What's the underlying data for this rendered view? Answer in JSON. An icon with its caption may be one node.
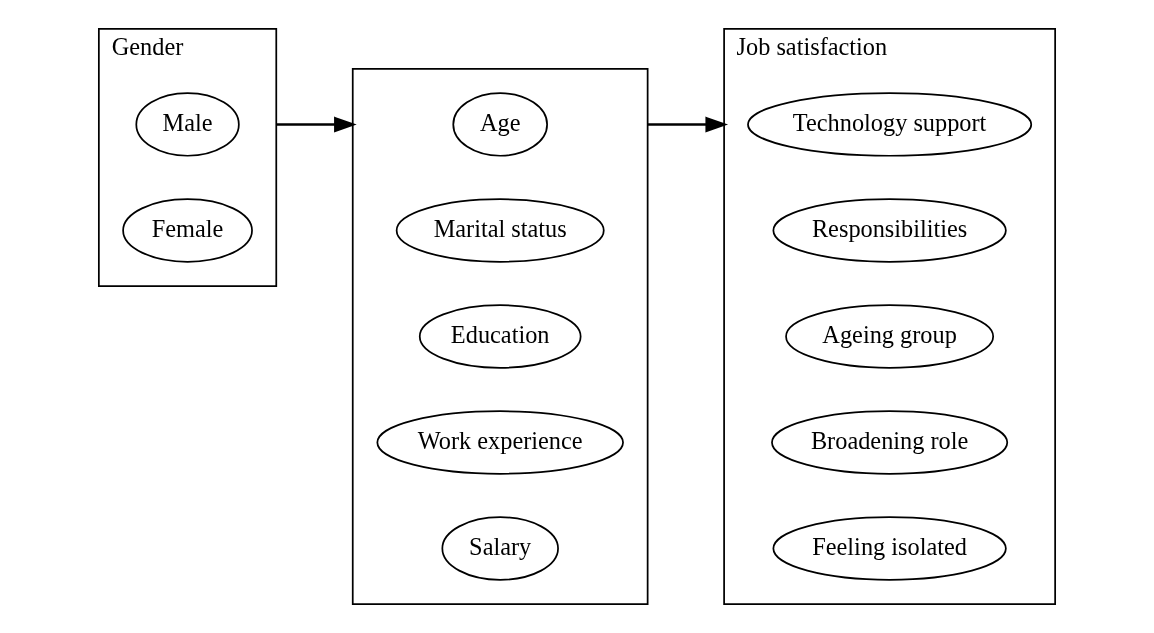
{
  "diagram": {
    "nodes": [
      {
        "text": [
          "Gender"
        ]
      },
      {
        "text": [
          "Male"
        ],
        "in": 0
      },
      {
        "text": [
          "Female"
        ],
        "in": 0
      },
      {
        "text": [],
        "shape": "box"
      },
      {
        "text": [
          "Age"
        ],
        "in": 3
      },
      {
        "text": [
          "Marital status"
        ],
        "in": 3
      },
      {
        "text": [
          "Education"
        ],
        "in": 3
      },
      {
        "text": [
          "Work experience"
        ],
        "in": 3
      },
      {
        "text": [
          "Salary"
        ],
        "in": 3
      },
      {
        "text": [
          "Job satisfaction"
        ]
      },
      {
        "text": [
          "Technology support"
        ],
        "in": 9
      },
      {
        "text": [
          "Responsibilities"
        ],
        "in": 9
      },
      {
        "text": [
          "Ageing group"
        ],
        "in": 9
      },
      {
        "text": [
          "Broadening role"
        ],
        "in": 9
      },
      {
        "text": [
          "Feeling isolated"
        ],
        "in": 9
      }
    ],
    "edges": [
      {
        "from": 0,
        "to": 3,
        "arrow": "to"
      },
      {
        "from": 3,
        "to": 9,
        "arrow": "to"
      }
    ]
  }
}
